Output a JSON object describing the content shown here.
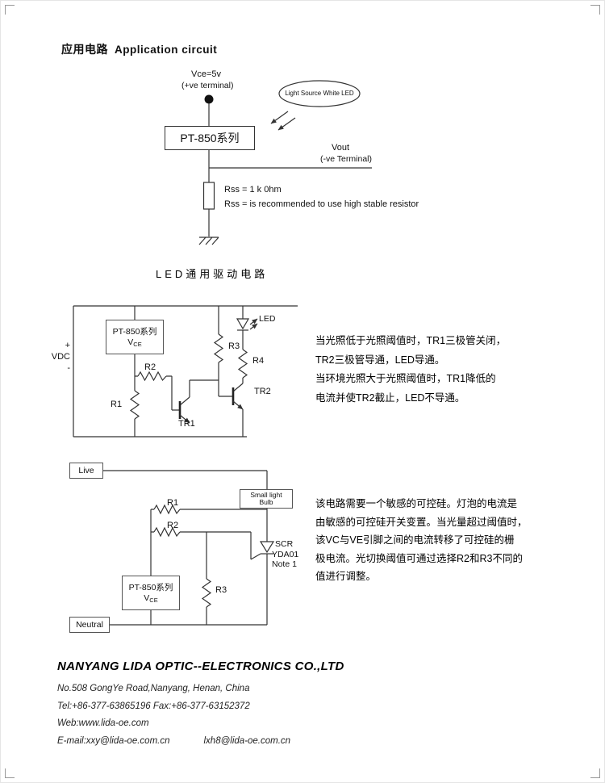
{
  "page": {
    "title_zh": "应用电路",
    "title_en": "Application circuit"
  },
  "circuit1": {
    "vce": "Vce=5v",
    "pos_terminal": "(+ve terminal)",
    "light_source": "Light Source White LED",
    "part": "PT-850系列",
    "vout": "Vout",
    "neg_terminal": "(-ve Terminal)",
    "rss_value": "Rss = 1 k 0hm",
    "rss_note": "Rss = is recommended to use high stable resistor"
  },
  "circuit2": {
    "title": "LED通用驱动电路",
    "part": "PT-850系列",
    "part_pin_v": "V",
    "part_pin_ce": "CE",
    "supply_plus": "+",
    "supply": "VDC",
    "supply_minus": "-",
    "r1": "R1",
    "r2": "R2",
    "r3": "R3",
    "r4": "R4",
    "led": "LED",
    "tr1": "TR1",
    "tr2": "TR2",
    "description": [
      "当光照低于光照阈值时，TR1三极管关闭，",
      "TR2三极管导通，LED导通。",
      "当环境光照大于光照阈值时，TR1降低的",
      "电流并使TR2截止，LED不导通。"
    ]
  },
  "circuit3": {
    "live": "Live",
    "bulb_line1": "Small light",
    "bulb_line2": "Bulb",
    "r1": "R1",
    "r2": "R2",
    "r3": "R3",
    "scr": "SCR",
    "scr_model": "YDA01",
    "scr_note": "Note 1",
    "part": "PT-850系列",
    "part_pin_v": "V",
    "part_pin_ce": "CE",
    "neutral": "Neutral",
    "description": [
      "该电路需要一个敏感的可控硅。灯泡的电流是",
      "由敏感的可控硅开关变置。当光量超过阈值时，",
      "该VC与VE引脚之间的电流转移了可控硅的栅",
      "极电流。光切换阈值可通过选择R2和R3不同的",
      "值进行调整。"
    ]
  },
  "footer": {
    "company": "NANYANG LIDA OPTIC--ELECTRONICS CO.,LTD",
    "address": "No.508 GongYe Road,Nanyang, Henan, China",
    "tel_fax": "Tel:+86-377-63865196 Fax:+86-377-63152372",
    "web": "Web:www.lida-oe.com",
    "email1": "E-mail:xxy@lida-oe.com.cn",
    "email2": "lxh8@lida-oe.com.cn"
  }
}
